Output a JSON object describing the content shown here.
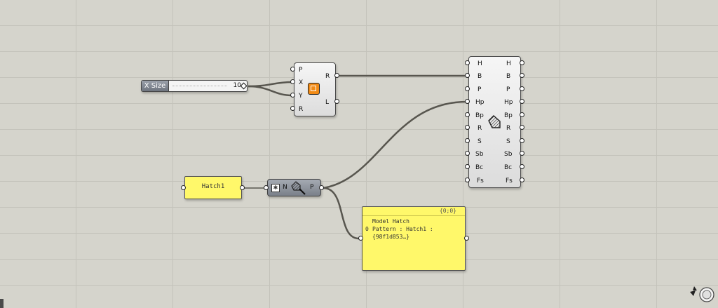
{
  "slider": {
    "name": "X Size",
    "value": "10"
  },
  "rectangle": {
    "inputs": [
      "P",
      "X",
      "Y",
      "R"
    ],
    "outputs": [
      "R",
      "L"
    ],
    "icon": "rectangle-icon"
  },
  "hatch_component": {
    "inputs": [
      "H",
      "B",
      "P",
      "Hp",
      "Bp",
      "R",
      "S",
      "Sb",
      "Bc",
      "Fs"
    ],
    "outputs": [
      "H",
      "B",
      "P",
      "Hp",
      "Bp",
      "R",
      "S",
      "Sb",
      "Bc",
      "Fs"
    ],
    "icon": "hatch-icon"
  },
  "hatch_name_panel": {
    "text": "Hatch1"
  },
  "pattern_param": {
    "input": "N",
    "output": "P",
    "icon": "hatch-pattern-search-icon"
  },
  "output_panel": {
    "path": "{0;0}",
    "index": "0",
    "line1": "Model Hatch",
    "line2": "Pattern : Hatch1 :",
    "line3": "{98f1d853…}"
  }
}
